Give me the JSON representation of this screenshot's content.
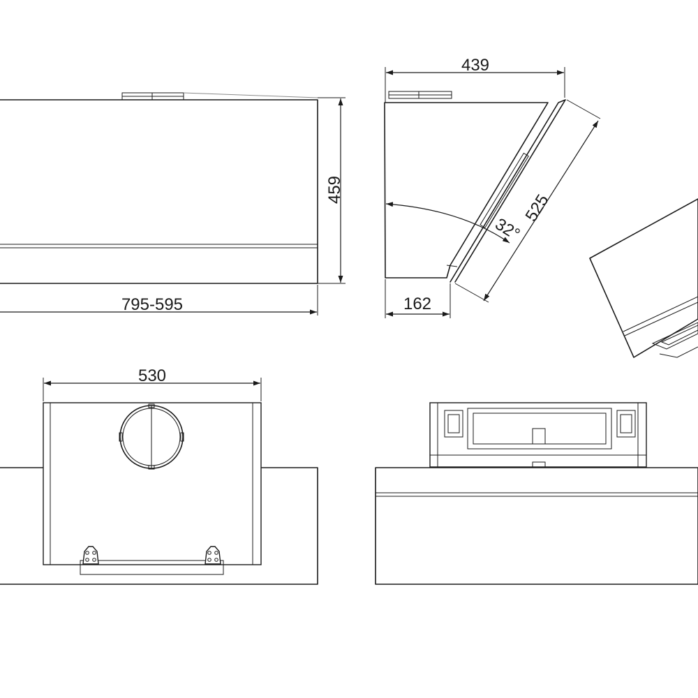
{
  "dimensions": {
    "width_range": "795-595",
    "height": "459",
    "depth": "439",
    "canopy_length": "525",
    "angle": "32°",
    "base_depth": "162",
    "bracket_width": "530"
  },
  "colors": {
    "line": "#1a1a1a",
    "background": "#ffffff"
  }
}
